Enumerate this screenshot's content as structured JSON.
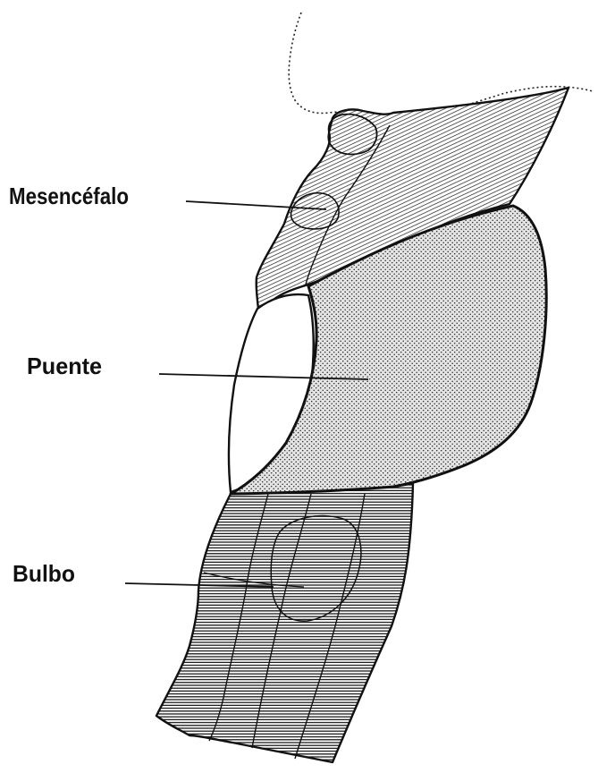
{
  "diagram": {
    "labels": {
      "mesencefalo": "Mesencéfalo",
      "puente": "Puente",
      "bulbo": "Bulbo"
    }
  }
}
